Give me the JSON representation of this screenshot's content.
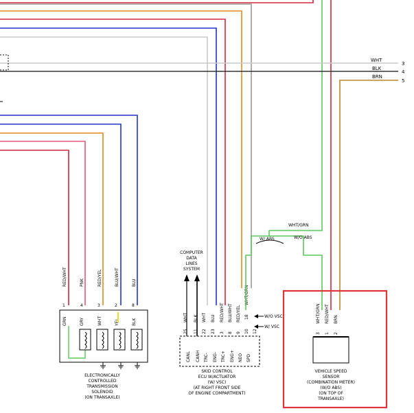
{
  "colors": {
    "red": "#d0283c",
    "pink": "#e05a7a",
    "blue": "#2233c8",
    "orange": "#e08a1e",
    "green": "#5ac85a",
    "gray": "#9a9a9a",
    "lightgray": "#c8c8c8",
    "brown": "#b8862a",
    "black": "#222222",
    "yellow": "#e8e020",
    "highlight": "#e0343c"
  },
  "right_side": {
    "wire_colors": [
      "WHT",
      "BLK",
      "BRN"
    ],
    "pins": [
      "3",
      "4",
      "5"
    ]
  },
  "solenoid": {
    "wire_colors": [
      "RED/WHT",
      "PNK",
      "RED/YEL",
      "BLU/WHT",
      "BLU"
    ],
    "pins": [
      "1",
      "4",
      "3",
      "2",
      "8"
    ],
    "internal_colors": [
      "GRN",
      "GRY",
      "WHT",
      "YEL",
      "BLK"
    ],
    "label": [
      "ELECTRONICALLY",
      "CONTROLLED",
      "TRANSMISSION",
      "SOLENOID",
      "(ON TRANSAXLE)"
    ]
  },
  "computer_data": [
    "COMPUTER",
    "DATA",
    "LINES",
    "SYSTEM"
  ],
  "ecu": {
    "pins": [
      "25",
      "11",
      "22",
      "23",
      "3",
      "8",
      "9",
      "10",
      "18",
      "12"
    ],
    "wire_colors": [
      "WHT",
      "BLK",
      "WHT",
      "BLU",
      "RED/WHT",
      "BLU/WHT",
      "RED/YEL",
      "WHT/GRN"
    ],
    "terms": [
      "CANL",
      "CANH",
      "TRC-",
      "ENG-",
      "TRC+",
      "ENG+",
      "NEO",
      "SPD"
    ],
    "label": [
      "SKID CONTROL",
      "ECU W/ACTUATOR",
      "(W/ VSC)",
      "(AT RIGHT FRONT SIDE",
      "OF ENGINE COMPARTMENT)"
    ],
    "wo_vsc": "W/O VSC",
    "w_vsc": "W/ VSC"
  },
  "abs": {
    "w_abs": "W/ ABS",
    "wo_abs": "W/O ABS",
    "top_wire": "WHT/GRN"
  },
  "sensor": {
    "pins": [
      "3",
      "1",
      "2"
    ],
    "wire_colors": [
      "WHT/GRN",
      "RED/WHT",
      "BRN"
    ],
    "label": [
      "VEHICLE SPEED",
      "SENSOR",
      "(COMBINATION METER)",
      "(W/O ABS)",
      "(ON TOP OF",
      "TRANSAXLE)"
    ]
  }
}
